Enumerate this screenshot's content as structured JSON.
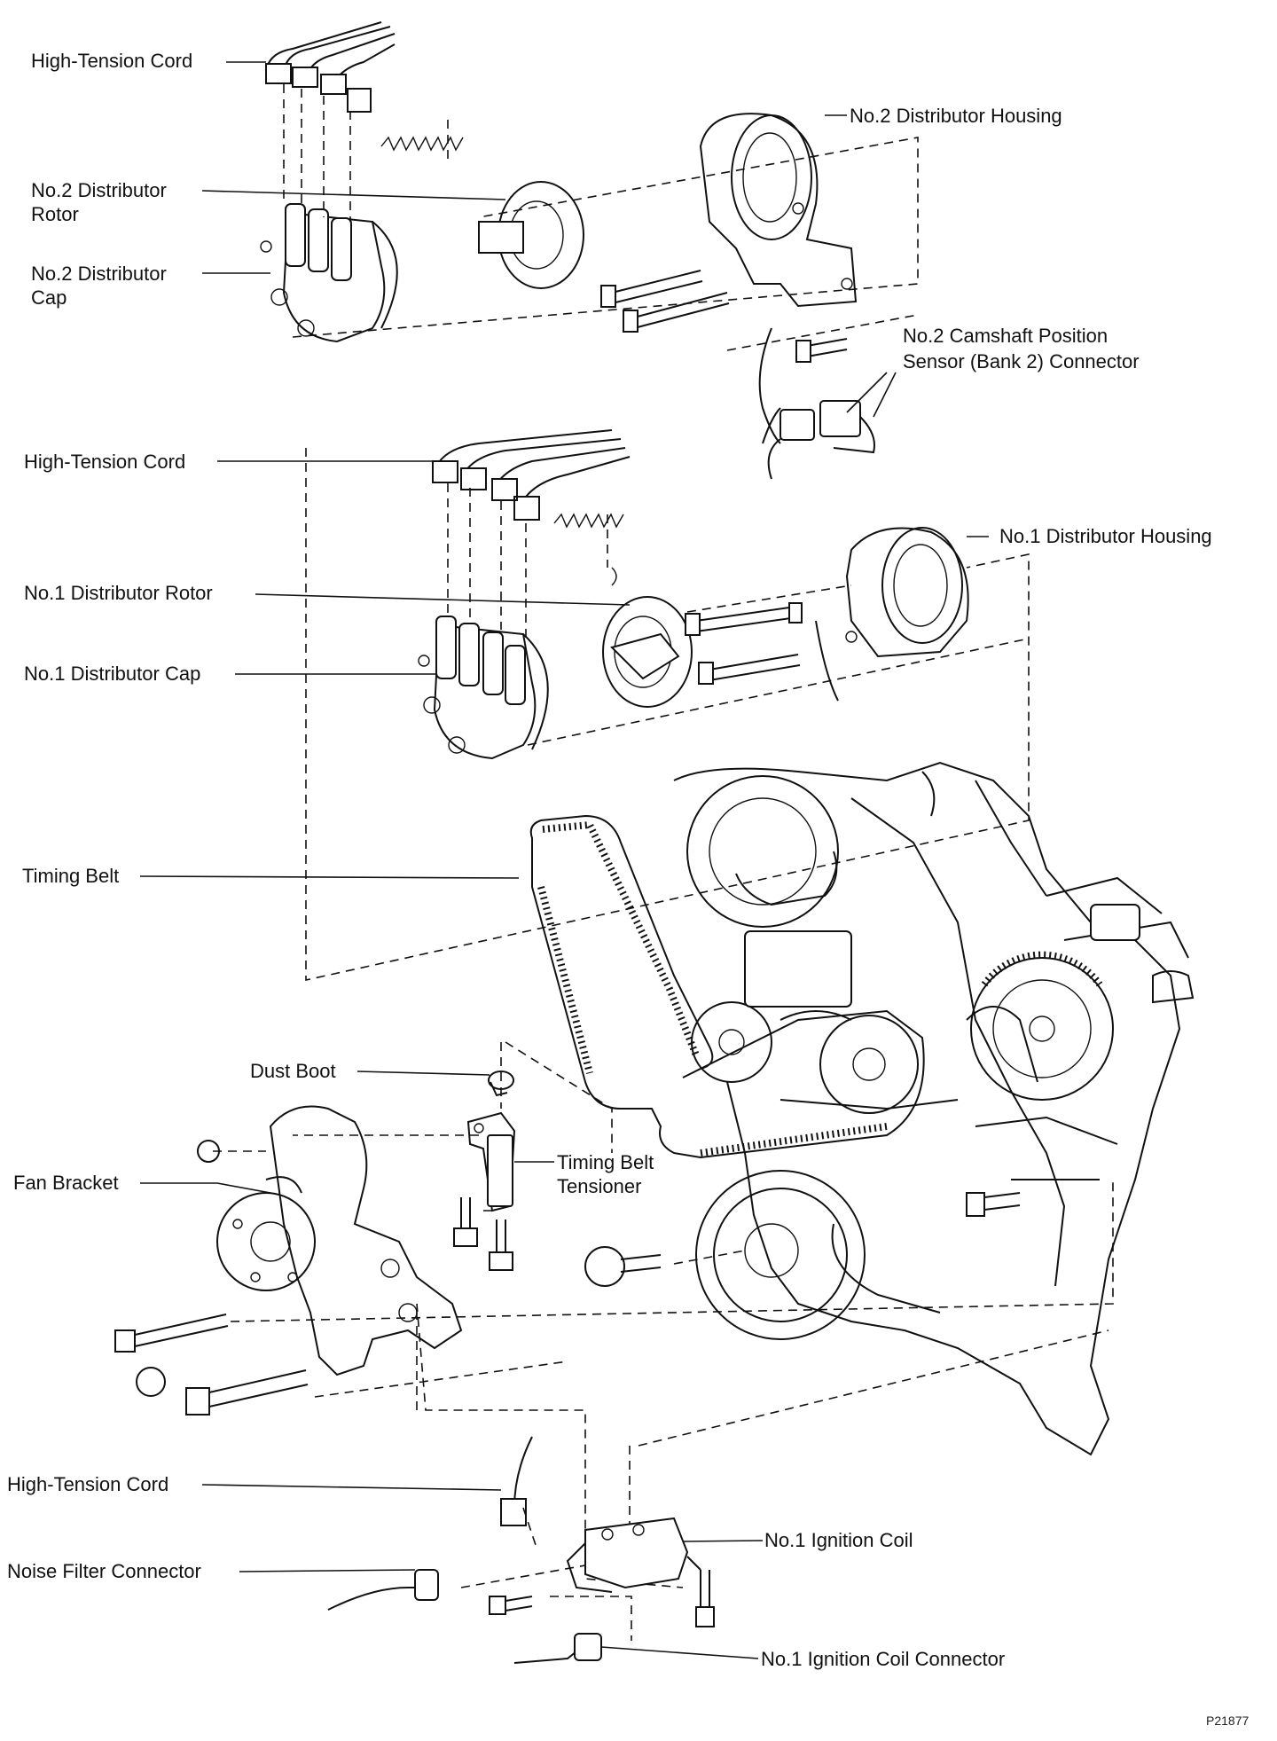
{
  "labels": {
    "ht_cord_top": "High-Tension Cord",
    "no2_rotor_1": "No.2 Distributor",
    "no2_rotor_2": "Rotor",
    "no2_cap_1": "No.2 Distributor",
    "no2_cap_2": "Cap",
    "no2_housing": "No.2 Distributor Housing",
    "cam_sensor_1": "No.2 Camshaft Position",
    "cam_sensor_2": "Sensor (Bank 2) Connector",
    "ht_cord_mid": "High-Tension Cord",
    "no1_housing": "No.1 Distributor Housing",
    "no1_rotor": "No.1 Distributor Rotor",
    "no1_cap": "No.1 Distributor Cap",
    "timing_belt": "Timing Belt",
    "dust_boot": "Dust Boot",
    "fan_bracket": "Fan Bracket",
    "tensioner_1": "Timing Belt",
    "tensioner_2": "Tensioner",
    "ht_cord_bottom": "High-Tension Cord",
    "no1_coil": "No.1 Ignition Coil",
    "noise_filter": "Noise Filter Connector",
    "no1_coil_connector": "No.1 Ignition Coil Connector"
  },
  "figure_code": "P21877"
}
